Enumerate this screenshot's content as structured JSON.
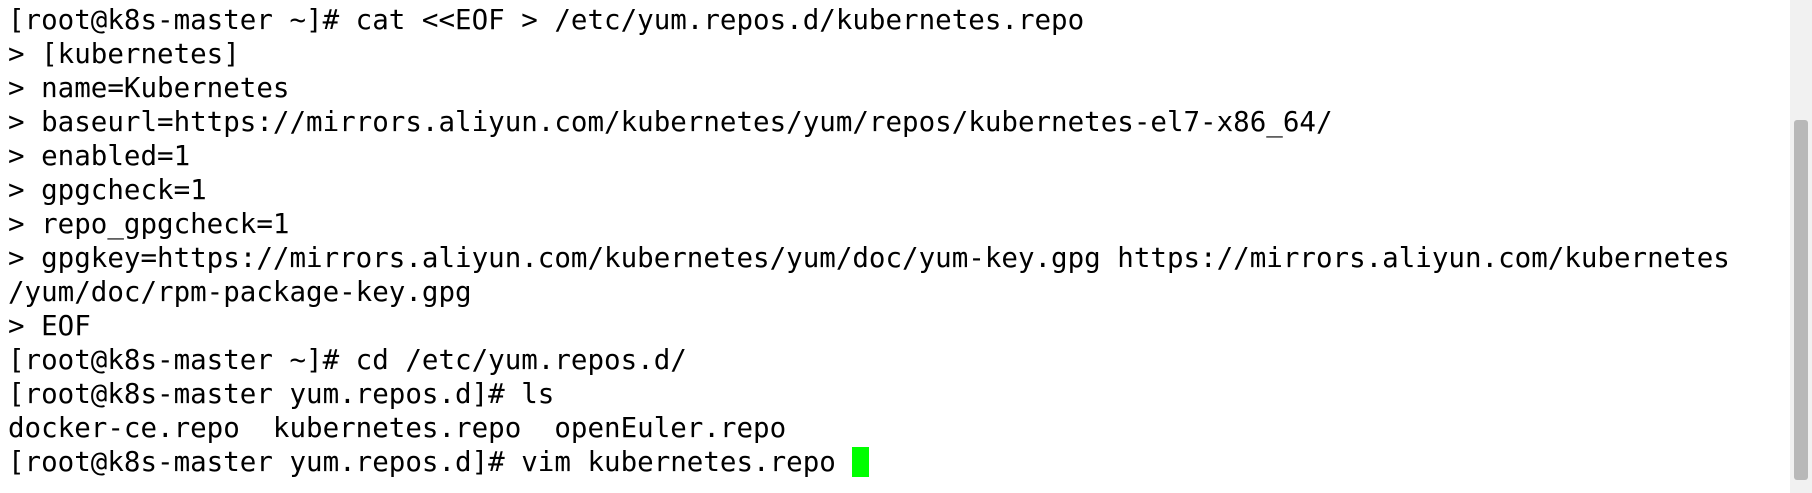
{
  "terminal": {
    "lines": [
      "[root@k8s-master ~]# cat <<EOF > /etc/yum.repos.d/kubernetes.repo",
      "> [kubernetes]",
      "> name=Kubernetes",
      "> baseurl=https://mirrors.aliyun.com/kubernetes/yum/repos/kubernetes-el7-x86_64/",
      "> enabled=1",
      "> gpgcheck=1",
      "> repo_gpgcheck=1",
      "> gpgkey=https://mirrors.aliyun.com/kubernetes/yum/doc/yum-key.gpg https://mirrors.aliyun.com/kubernetes",
      "/yum/doc/rpm-package-key.gpg",
      "> EOF",
      "[root@k8s-master ~]# cd /etc/yum.repos.d/",
      "[root@k8s-master yum.repos.d]# ls",
      "docker-ce.repo  kubernetes.repo  openEuler.repo",
      "[root@k8s-master yum.repos.d]# vim kubernetes.repo "
    ],
    "cursor_color": "#00ff00",
    "text_color": "#000000",
    "background_color": "#ffffff"
  }
}
